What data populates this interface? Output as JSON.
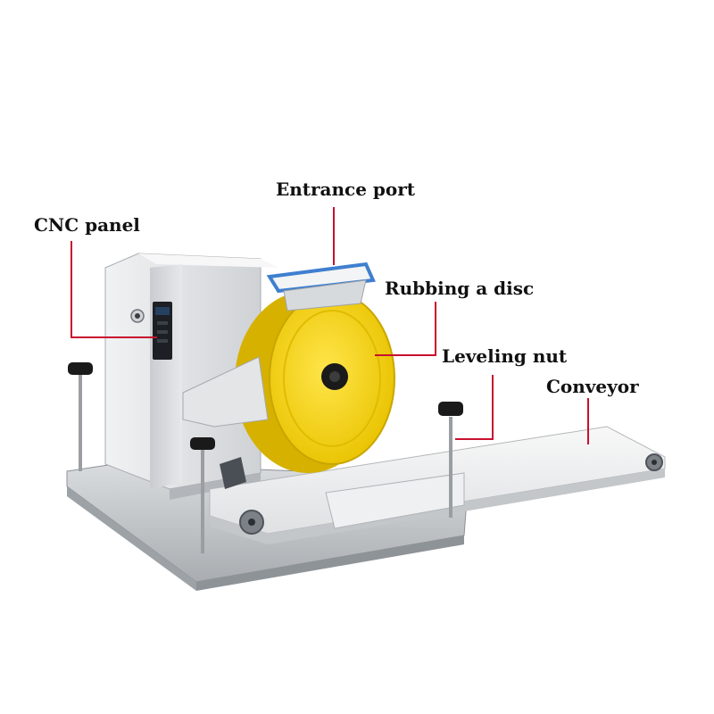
{
  "colors": {
    "leader": "#c8102e",
    "disc": "#f2cf18",
    "disc_shade": "#d8b000",
    "hopper": "#3f7fd0",
    "steel": "#e2e4e6",
    "steel_dark": "#b9bdc1",
    "knob": "#1a1a1a"
  },
  "labels": {
    "cnc_panel": "CNC panel",
    "entrance_port": "Entrance port",
    "rubbing_disc": "Rubbing a disc",
    "leveling_nut": "Leveling nut",
    "conveyor": "Conveyor"
  },
  "icons": {
    "panel_switch": "power-switch-icon",
    "panel_display": "digital-display-icon"
  }
}
